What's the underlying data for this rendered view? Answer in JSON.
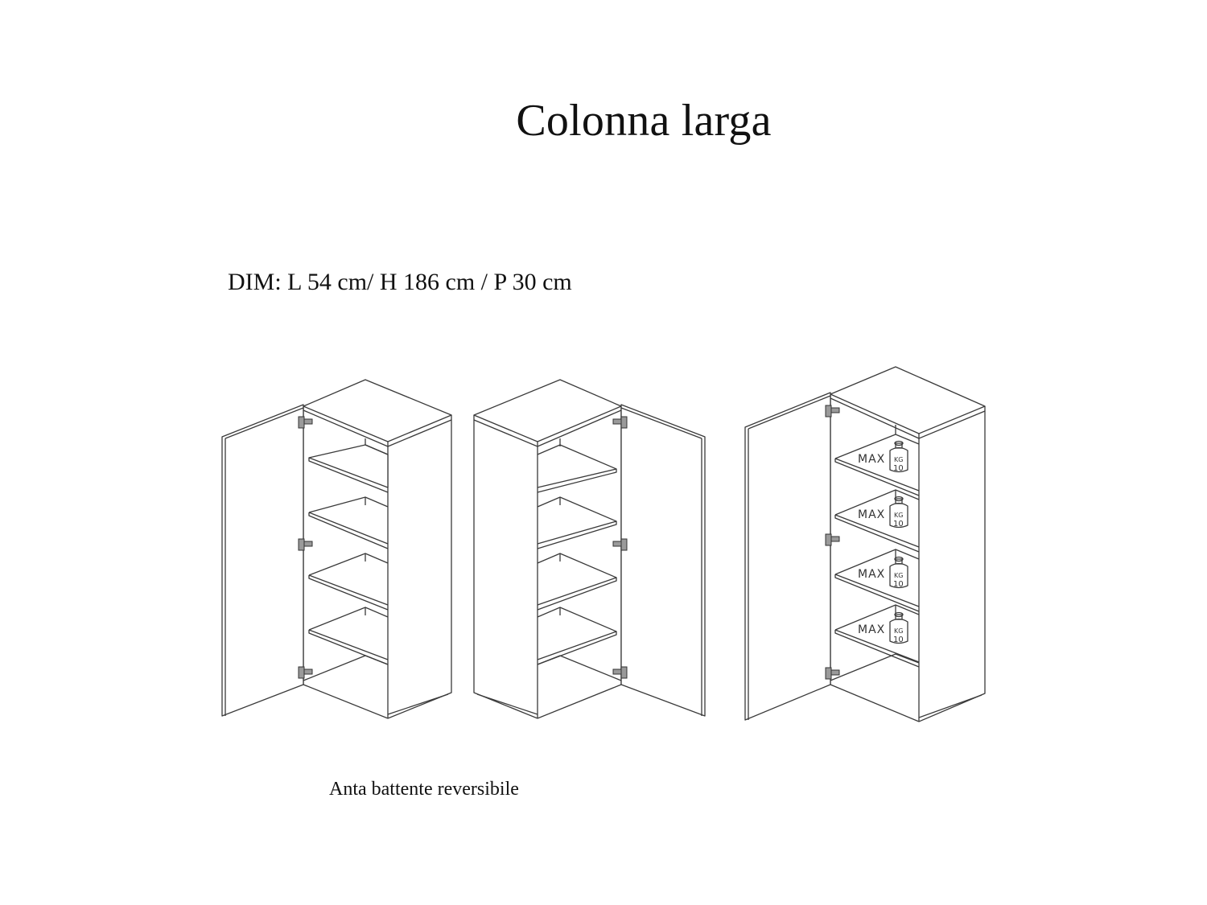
{
  "title": "Colonna larga",
  "dimensions": "DIM: L 54 cm/ H 186 cm / P 30 cm",
  "caption": "Anta battente reversibile",
  "dimension_values": {
    "L_cm": 54,
    "H_cm": 186,
    "P_cm": 30
  },
  "drawings": [
    {
      "name": "cabinet-door-open-left",
      "shelves": 4,
      "hinges": 3,
      "door_side": "left"
    },
    {
      "name": "cabinet-door-open-right",
      "shelves": 4,
      "hinges": 3,
      "door_side": "right"
    },
    {
      "name": "cabinet-shelf-load",
      "shelves": 4,
      "hinges": 3,
      "door_side": "left"
    }
  ],
  "shelf_load": {
    "label": "MAX",
    "weight_unit": "KG",
    "weight_value": "10",
    "count": 4
  },
  "colors": {
    "background": "#ffffff",
    "line": "#3a3a3a",
    "text": "#111111"
  }
}
